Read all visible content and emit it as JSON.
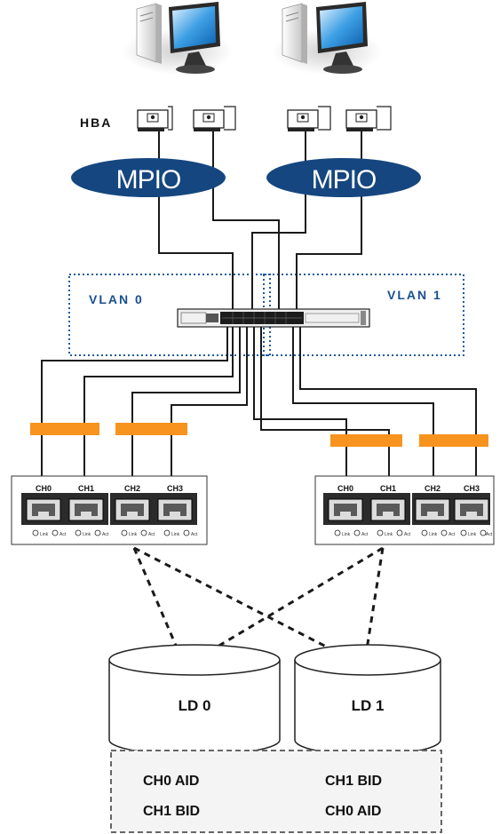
{
  "hba_label": "HBA",
  "mpio": [
    "MPIO",
    "MPIO"
  ],
  "vlans": [
    "VLAN 0",
    "VLAN 1"
  ],
  "controllers": [
    {
      "channels": [
        "CH0",
        "CH1",
        "CH2",
        "CH3"
      ]
    },
    {
      "channels": [
        "CH0",
        "CH1",
        "CH2",
        "CH3"
      ]
    }
  ],
  "port_leds": [
    "Link",
    "Act"
  ],
  "logical_drives": [
    "LD 0",
    "LD 1"
  ],
  "mapping": {
    "ld0": [
      "CH0 AID",
      "CH1 BID"
    ],
    "ld1": [
      "CH1 BID",
      "CH0 AID"
    ]
  },
  "colors": {
    "mpio_fill": "#15467f",
    "vlan_border": "#1f5aa0",
    "trunk": "#f7931e",
    "cable": "#1a1a1a"
  }
}
